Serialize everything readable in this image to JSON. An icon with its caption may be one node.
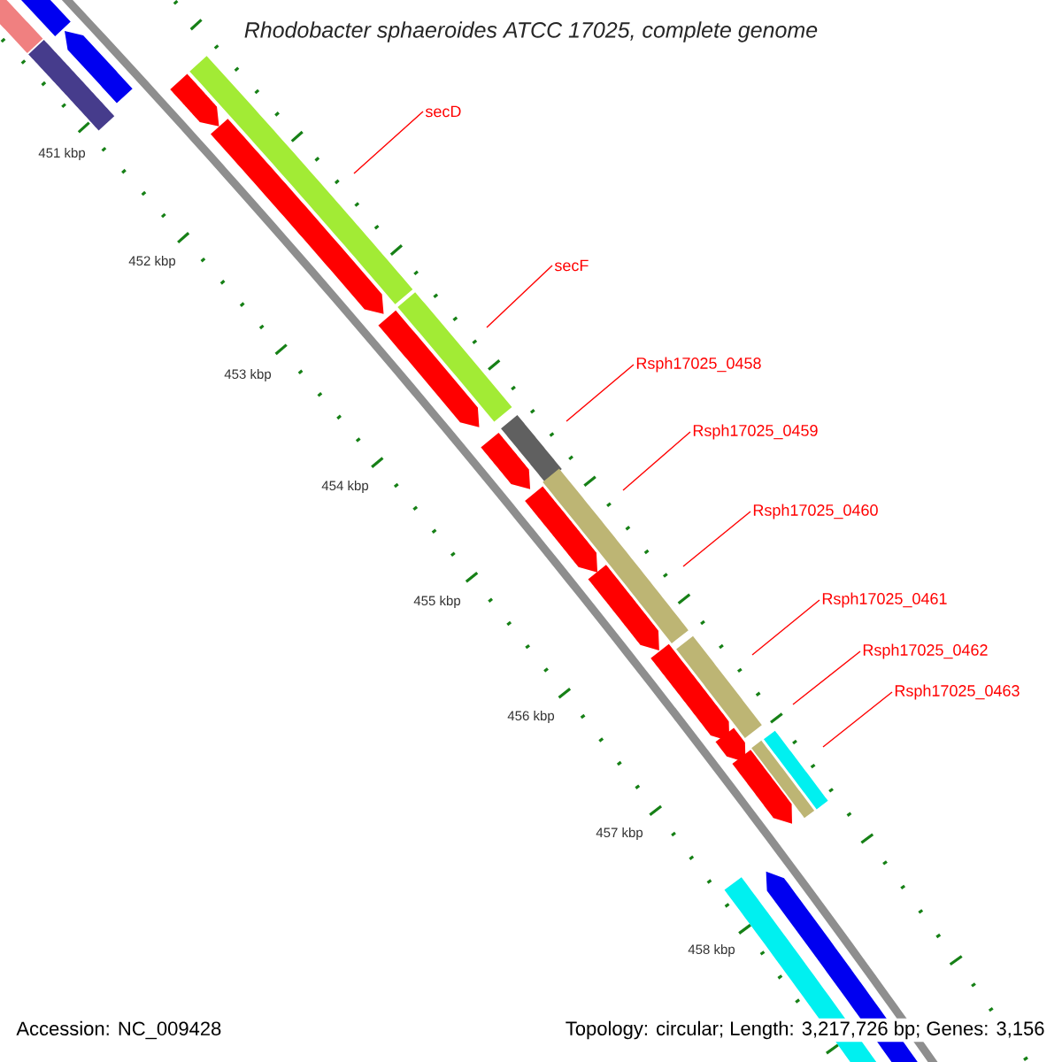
{
  "diagram": {
    "title": "Rhodobacter sphaeroides ATCC 17025, complete genome",
    "nodes": [
      {
        "text": [
          "secD"
        ]
      },
      {
        "text": [
          "secF"
        ]
      },
      {
        "text": [
          "Rsph17025_0458"
        ]
      },
      {
        "text": [
          "Rsph17025_0459"
        ]
      },
      {
        "text": [
          "Rsph17025_0460"
        ]
      },
      {
        "text": [
          "Rsph17025_0461"
        ]
      },
      {
        "text": [
          "Rsph17025_0462"
        ]
      },
      {
        "text": [
          "Rsph17025_0463"
        ]
      }
    ],
    "edges": [
      {
        "from": 0,
        "to": null,
        "arrow": "none"
      },
      {
        "from": 1,
        "to": null,
        "arrow": "none"
      },
      {
        "from": 2,
        "to": null,
        "arrow": "none"
      },
      {
        "from": 3,
        "to": null,
        "arrow": "none"
      },
      {
        "from": 4,
        "to": null,
        "arrow": "none"
      },
      {
        "from": 5,
        "to": null,
        "arrow": "none"
      },
      {
        "from": 6,
        "to": null,
        "arrow": "none"
      },
      {
        "from": 7,
        "to": null,
        "arrow": "none"
      }
    ],
    "labels": [
      "451 kbp",
      "452 kbp",
      "453 kbp",
      "454 kbp",
      "455 kbp",
      "456 kbp",
      "457 kbp",
      "458 kbp",
      "Accession: NC_009428",
      "Topology: circular; Length: 3,217,726 bp; Genes: 3,156"
    ]
  }
}
